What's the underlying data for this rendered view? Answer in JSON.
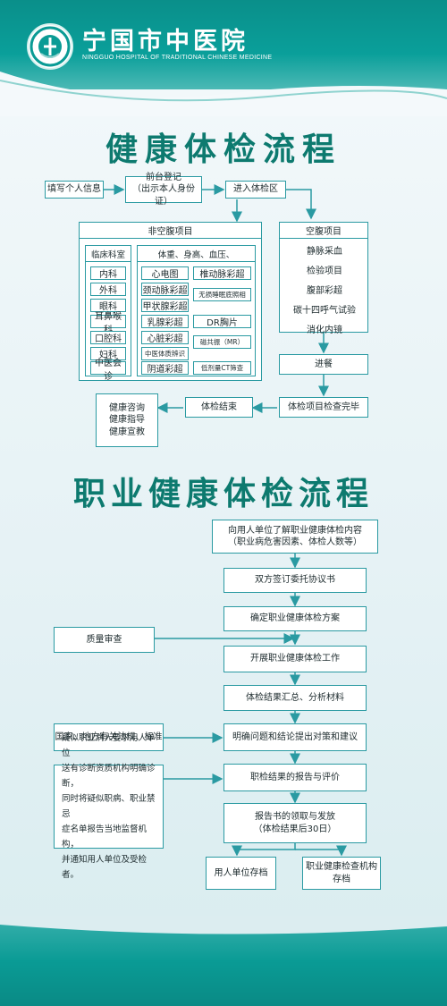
{
  "header": {
    "hospital_name": "宁国市中医院",
    "hospital_name_en": "NINGGUO HOSPITAL OF TRADITIONAL CHINESE MEDICINE",
    "logo_text": "宁国市中医院",
    "colors": {
      "primary": "#0a9b95",
      "title": "#0d7a6f",
      "line": "#2a9aa2"
    }
  },
  "flow1": {
    "title": "健康体检流程",
    "step_fill_info": "填写个人信息",
    "step_register": "前台登记\n（出示本人身份证）",
    "step_enter": "进入体检区",
    "nonfasting": {
      "title": "非空腹项目",
      "clinical_header": "临床科室",
      "clinical": [
        "内科",
        "外科",
        "眼科",
        "耳鼻喉科",
        "口腔科",
        "妇科",
        "中医会诊"
      ],
      "body_header": "体重、身高、血压、",
      "body_left": [
        "心电图",
        "颈动脉彩超",
        "甲状腺彩超",
        "乳腺彩超",
        "心脏彩超",
        "中医体质辨识",
        "阴道彩超"
      ],
      "body_right": [
        "椎动脉彩超",
        "无损睡眠底照相",
        "DR胸片",
        "磁共振（MR）",
        "低剂量CT筛查"
      ]
    },
    "fasting": {
      "title": "空腹项目",
      "items": [
        "静脉采血",
        "检验项目",
        "腹部彩超",
        "碳十四呼气试验",
        "消化内镜"
      ]
    },
    "step_meal": "进餐",
    "step_complete": "体检项目检查完毕",
    "step_end": "体检结束",
    "consult": "健康咨询\n健康指导\n健康宣教"
  },
  "flow2": {
    "title": "职业健康体检流程",
    "steps": [
      "向用人单位了解职业健康体检内容\n（职业病危害因素、体检人数等）",
      "双方签订委托协议书",
      "确定职业健康体检方案",
      "开展职业健康体检工作",
      "体检结果汇总、分析材料",
      "明确问题和结论提出对策和建议",
      "职检结果的报告与评价",
      "报告书的领取与发放\n（体检结果后30日）"
    ],
    "side_quality": "质量审查",
    "side_laws": "国家、地方有关法规、标准",
    "side_notice": "疑似职业病人要求用人单位\n送有诊断资质机构明确诊断，\n同时将疑似职病、职业禁忌\n症名单报告当地监督机构，\n并通知用人单位及受检者。",
    "archive_employer": "用人单位存档",
    "archive_institution": "职业健康检查机构\n存档"
  }
}
